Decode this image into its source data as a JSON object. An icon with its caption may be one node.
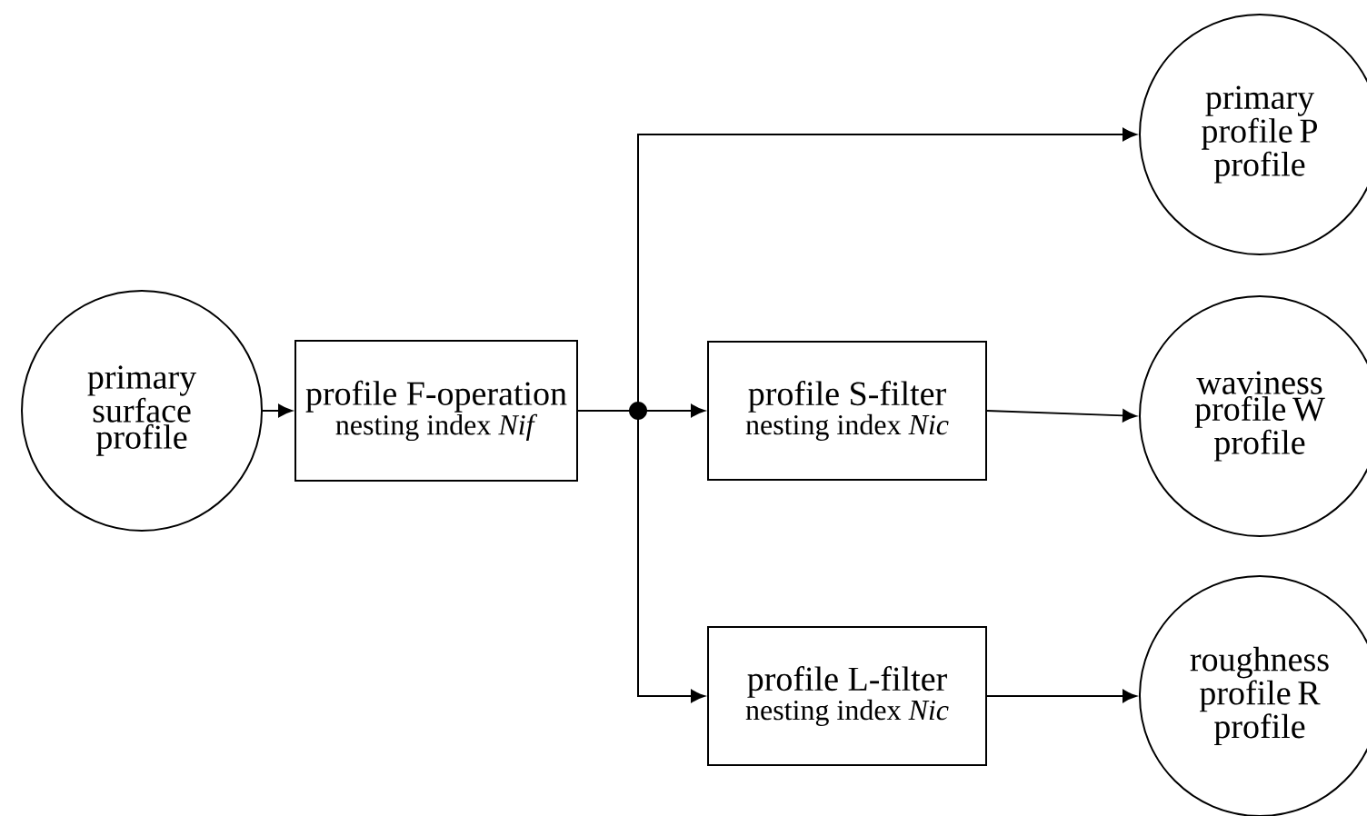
{
  "diagram": {
    "nodes": [
      {
        "text": [
          "primary surface profile"
        ]
      },
      {
        "text": [
          "profile F-operation",
          "nesting index *Nif*"
        ]
      },
      {
        "text": [
          "primary profile P profile"
        ]
      },
      {
        "text": [
          "profile S-filter",
          "nesting index *Nic*"
        ]
      },
      {
        "text": [
          "waviness profile W profile"
        ]
      },
      {
        "text": [
          "profile L-filter",
          "nesting index *Nic*"
        ]
      },
      {
        "text": [
          "roughness profile R profile"
        ]
      }
    ],
    "edges": [
      {
        "from": 0,
        "to": 1,
        "arrow": "to"
      },
      {
        "from": 1,
        "to": 2,
        "arrow": "to"
      },
      {
        "from": 1,
        "to": 3,
        "arrow": "to"
      },
      {
        "from": 1,
        "to": 5,
        "arrow": "to"
      },
      {
        "from": 3,
        "to": 4,
        "arrow": "to"
      },
      {
        "from": 5,
        "to": 6,
        "arrow": "to"
      }
    ]
  }
}
